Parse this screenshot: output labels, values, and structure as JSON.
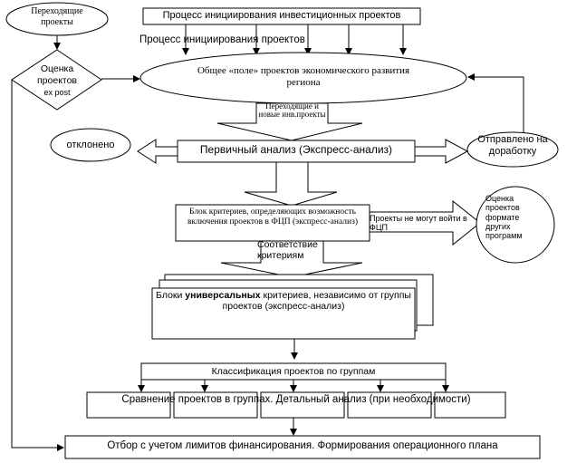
{
  "nodes": {
    "transitional_projects_top": "Переходящие проекты",
    "initiation_investment": "Процесс инициирования инвестиционных проектов",
    "initiation_projects": "Процесс инициирования проектов",
    "ex_post_eval_line1": "Оценка",
    "ex_post_eval_line2": "проектов",
    "ex_post_eval_line3": "ex post",
    "common_field": "Общее «поле» проектов экономического развития региона",
    "transitional_new": "Переходящие и новые инв.проекты",
    "rejected": "отклонено",
    "sent_for_revision": "Отправлено на доработку",
    "primary_analysis": "Первичный анализ (Экспресс-анализ)",
    "criteria_block_fcp": "Блок критериев, определяющих возможность включения проектов в ФЦП (экспресс-анализ)",
    "cannot_enter_fcp": "Проекты не могут войти в ФЦП",
    "other_programs_eval": "Оценка проектов формате других программ",
    "criteria_match": "Соответствие критериям",
    "universal_prefix": "Блоки ",
    "universal_bold": "универсальных",
    "universal_suffix": " критериев, независимо от группы проектов (экспресс-анализ)",
    "classification": "Классификация проектов по группам",
    "comparison": "Сравнение проектов в группах. Детальный анализ (при необходимости)",
    "final_selection": "Отбор с учетом лимитов финансирования. Формирования операционного плана"
  }
}
